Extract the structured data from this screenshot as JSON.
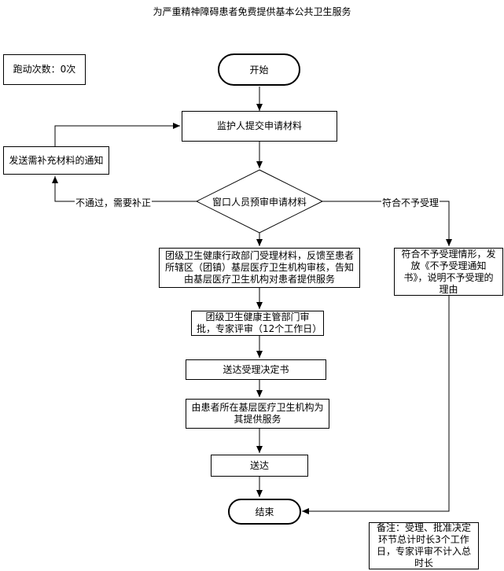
{
  "title": "为严重精神障碍患者免费提供基本公共卫生服务",
  "run_count": "跑动次数：0次",
  "nodes": {
    "start": "开始",
    "submit": "监护人提交申请材料",
    "supplement": "发送需补充材料的通知",
    "review": "窗口人员预审申请材料",
    "reject": "符合不予受理情形，发放《不予受理通知书》，说明不予受理的理由",
    "accept": "团级卫生健康行政部门受理材料，反馈至患者所辖区（团镇）基层医疗卫生机构审核，告知由基层医疗卫生机构对患者提供服务",
    "approve": "团级卫生健康主管部门审批，专家评审（12个工作日）",
    "deliver_decision": "送达受理决定书",
    "provide_service": "由患者所在基层医疗卫生机构为其提供服务",
    "deliver": "送达",
    "end": "结束"
  },
  "edge_labels": {
    "not_passed": "不通过，需要补正",
    "no_accept": "符合不予受理"
  },
  "note": "备注：受理、批准决定环节总计时长3个工作日，专家评审不计入总时长"
}
